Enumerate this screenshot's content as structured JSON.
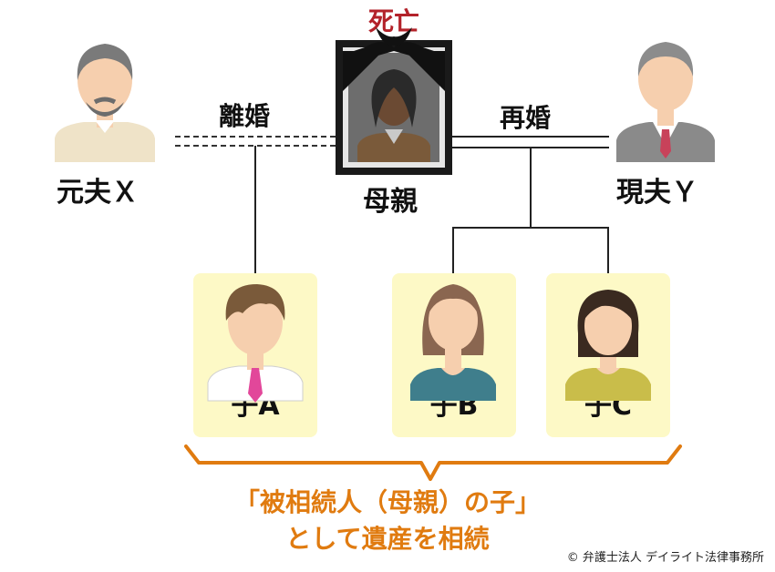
{
  "labels": {
    "death": "死亡",
    "divorce": "離婚",
    "remarriage": "再婚",
    "ex_husband": "元夫Ｘ",
    "mother": "母親",
    "current_husband": "現夫Ｙ"
  },
  "children": [
    {
      "label": "子A"
    },
    {
      "label": "子B"
    },
    {
      "label": "子C"
    }
  ],
  "caption": {
    "line1": "「被相続人（母親）の子」",
    "line2": "として遺産を相続"
  },
  "copyright": "© 弁護士法人 デイライト法律事務所",
  "colors": {
    "accent_orange": "#e07b10",
    "death_red": "#b3222a",
    "card_bg": "#fdf9c6",
    "skin": "#f6cfae"
  },
  "icons": {
    "ex_husband": "man-beard-avatar-icon",
    "mother": "memorial-portrait-icon",
    "current_husband": "older-man-suit-avatar-icon",
    "child_a": "boy-avatar-icon",
    "child_b": "girl-long-hair-avatar-icon",
    "child_c": "girl-bob-hair-avatar-icon"
  }
}
